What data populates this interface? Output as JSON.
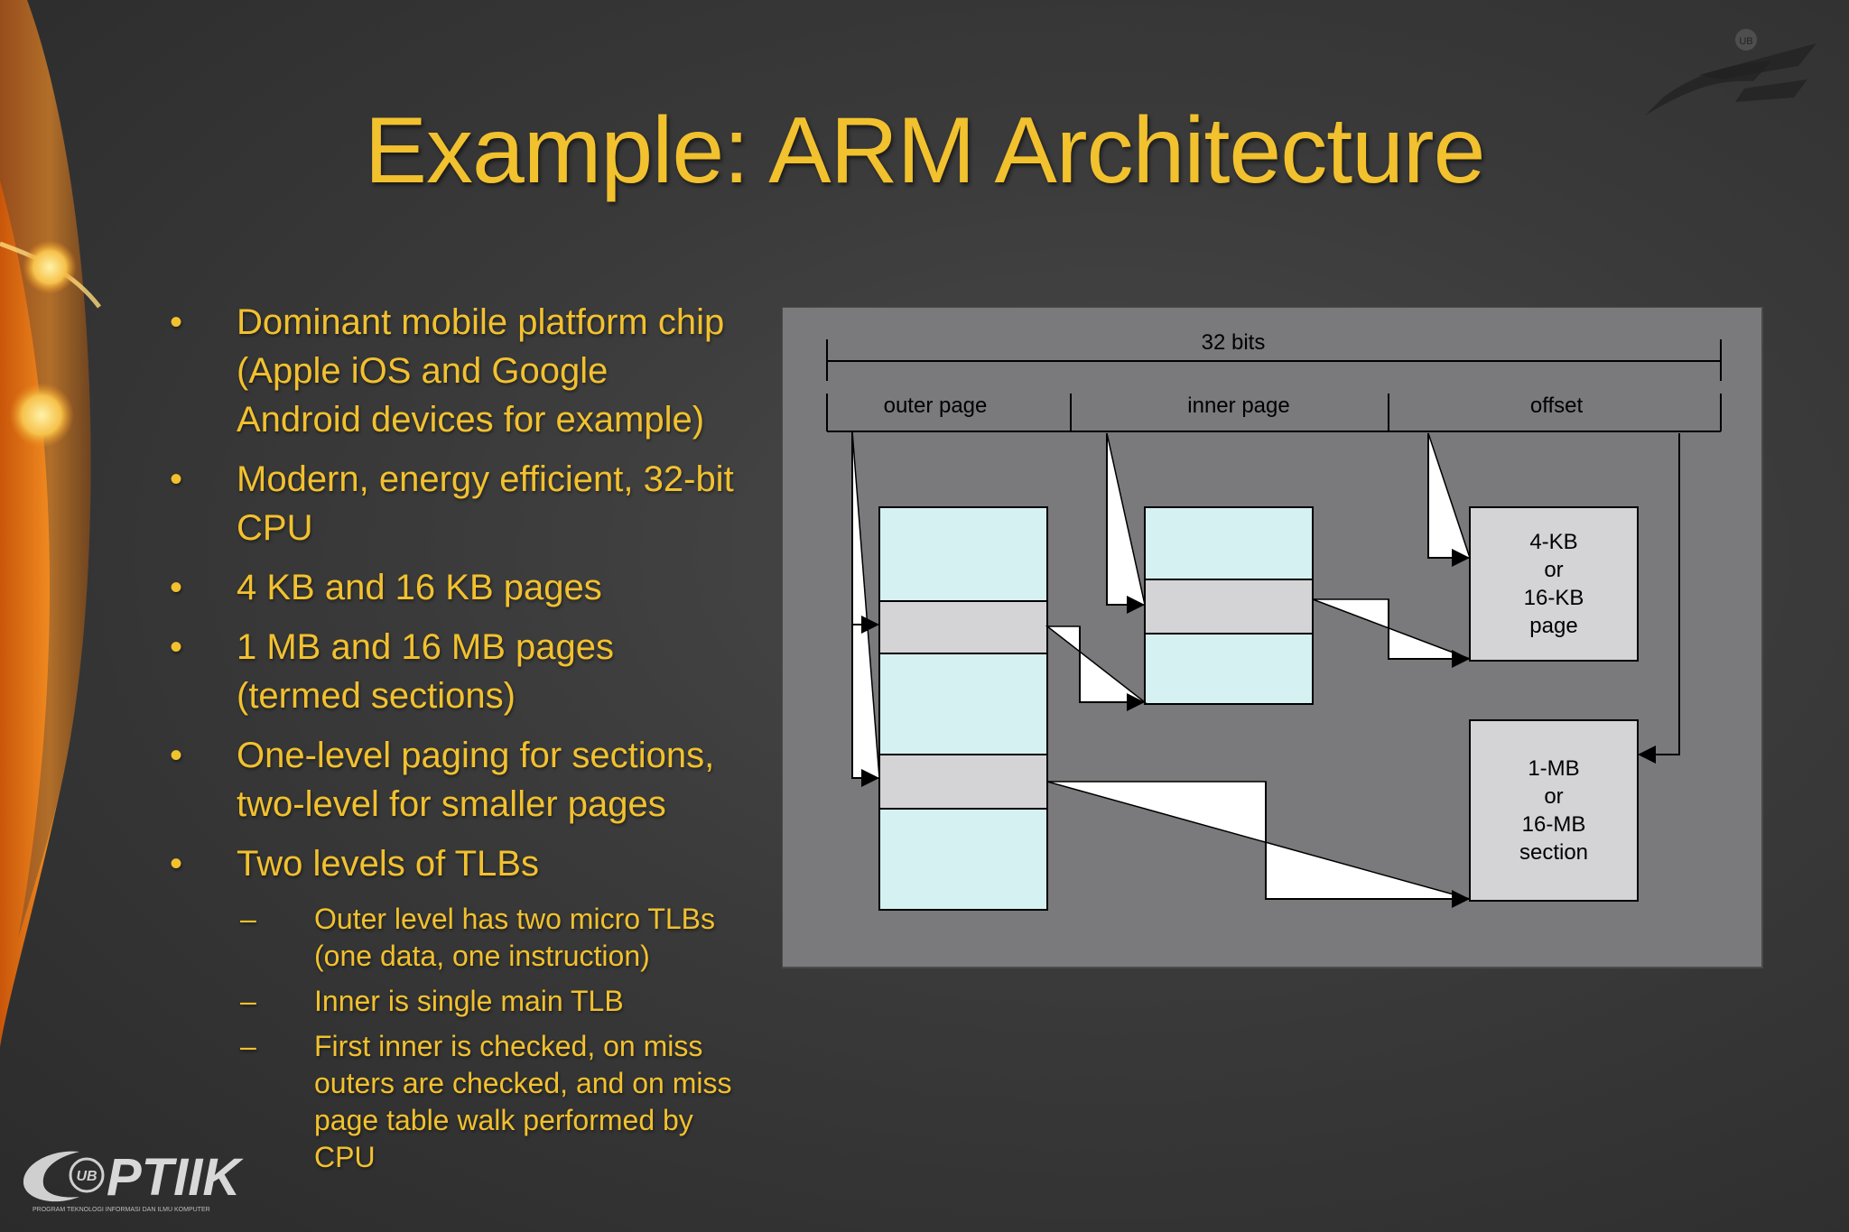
{
  "slide": {
    "title": "Example: ARM Architecture",
    "bullets": [
      {
        "text": "Dominant mobile platform chip (Apple iOS and Google Android devices for example)"
      },
      {
        "text": "Modern, energy efficient, 32-bit CPU"
      },
      {
        "text": "4 KB and 16 KB pages"
      },
      {
        "text": "1 MB and 16 MB pages (termed sections)"
      },
      {
        "text": "One-level paging for sections, two-level for smaller pages"
      },
      {
        "text": "Two levels of TLBs"
      }
    ],
    "sub_bullets": [
      "Outer level has two micro TLBs (one data, one instruction)",
      "Inner is single main TLB",
      "First inner is checked, on miss outers are checked, and on miss page table walk performed by CPU"
    ],
    "bullet_symbol": "•",
    "dash_symbol": "–"
  },
  "diagram": {
    "width_label": "32 bits",
    "fields": [
      "outer page",
      "inner page",
      "offset"
    ],
    "page_4kb": [
      "4-KB",
      "or",
      "16-KB",
      "page"
    ],
    "section_1mb": [
      "1-MB",
      "or",
      "16-MB",
      "section"
    ]
  },
  "branding": {
    "logo_text": "PTIIK",
    "logo_badge": "UB",
    "logo_tagline": "PROGRAM TEKNOLOGI INFORMASI DAN ILMU KOMPUTER",
    "corner_badge": "UB"
  },
  "colors": {
    "title": "#f2c12e",
    "body_text": "#f2c12e",
    "diagram_bg": "#7a797b",
    "table_cell": "#d6f1f1",
    "table_highlight": "#d4d4d6",
    "orange_swoosh": "#e8801c"
  }
}
